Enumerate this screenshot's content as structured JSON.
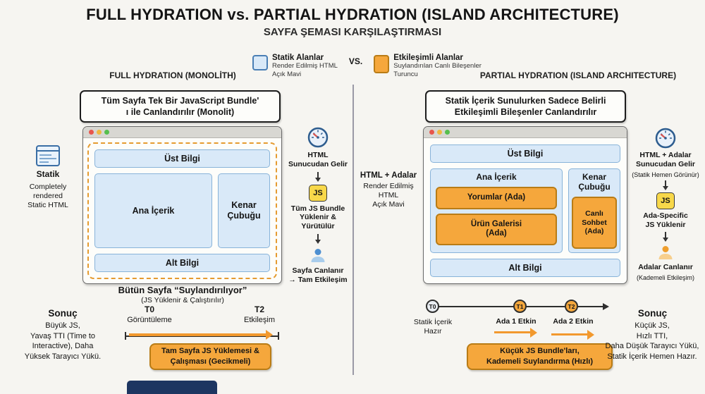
{
  "page": {
    "title": "FULL HYDRATION vs. PARTIAL HYDRATION (ISLAND ARCHITECTURE)",
    "subtitle": "SAYFA ŞEMASI KARŞILAŞTIRMASI"
  },
  "legend": {
    "static_label": "Statik Alanlar",
    "static_desc": "Render Edilmiş HTML\nAçık Mavi",
    "vs": "VS.",
    "interactive_label": "Etkileşimli Alanlar",
    "interactive_desc": "Suylandırılan Canlı Bileşenler\nTuruncu"
  },
  "icons": {
    "js": "JS"
  },
  "left": {
    "section_label": "FULL HYDRATION (MONOLİTH)",
    "box_title": "Tüm Sayfa Tek Bir JavaScript Bundle'\nı ile Canlandırılır (Monolit)",
    "static_note_title": "Statik",
    "static_note_body": "Completely\nrendered\nStatic HTML",
    "browser": {
      "header": "Üst Bilgi",
      "main": "Ana İçerik",
      "sidebar": "Kenar\nÇubuğu",
      "footer": "Alt Bilgi"
    },
    "steps": {
      "step1": "HTML\nSunucudan Gelir",
      "step2": "Tüm JS Bundle\nYüklenir &\nYürütülür",
      "step3": "Sayfa Canlanır\n→ Tam Etkileşim"
    },
    "hydrate_title": "Bütün Sayfa “Suylandırılıyor”",
    "hydrate_sub": "(JS Yüklenir & Çalıştırılır)",
    "timeline": {
      "t0": "T0",
      "t0_label": "Görüntüleme",
      "t2": "T2",
      "t2_label": "Etkileşim"
    },
    "orange_note": "Tam Sayfa JS Yüklemesi &\nÇalışması (Gecikmeli)",
    "result_title": "Sonuç",
    "result_body": "Büyük JS,\nYavaş TTI (Time to\nInteractive), Daha\nYüksek Tarayıcı Yükü."
  },
  "right": {
    "section_label": "PARTIAL HYDRATION (ISLAND ARCHITECTURE)",
    "box_title": "Statik İçerik Sunulurken Sadece Belirli\nEtkileşimli Bileşenler Canlandırılır",
    "html_note_title": "HTML + Adalar",
    "html_note_body": "Render Edilmiş\nHTML\nAçık Mavi",
    "browser": {
      "header": "Üst Bilgi",
      "main": "Ana İçerik",
      "island1": "Yorumlar (Ada)",
      "island2": "Ürün Galerisi\n(Ada)",
      "sidebar": "Kenar\nÇubuğu",
      "island3": "Canlı\nSohbet\n(Ada)",
      "footer": "Alt Bilgi"
    },
    "steps": {
      "step1_title": "HTML + Adalar\nSunucudan Gelir",
      "step1_sub": "(Statik Hemen Görünür)",
      "step2": "Ada-Specific\nJS Yüklenir",
      "step3_title": "Adalar Canlanır",
      "step3_sub": "(Kademeli Etkileşim)"
    },
    "timeline": {
      "t0": "T0",
      "t0_label": "Statik İçerik\nHazır",
      "t1": "T1",
      "t1_label": "Ada 1 Etkin",
      "t2": "T2",
      "t2_label": "Ada 2 Etkin"
    },
    "orange_note": "Küçük JS Bundle'ları,\nKademeli Suylandırma (Hızlı)",
    "result_title": "Sonuç",
    "result_body": "Küçük JS,\nHızlı TTI,\nDaha Düşük Tarayıcı Yükü,\nStatik İçerik Hemen Hazır."
  }
}
